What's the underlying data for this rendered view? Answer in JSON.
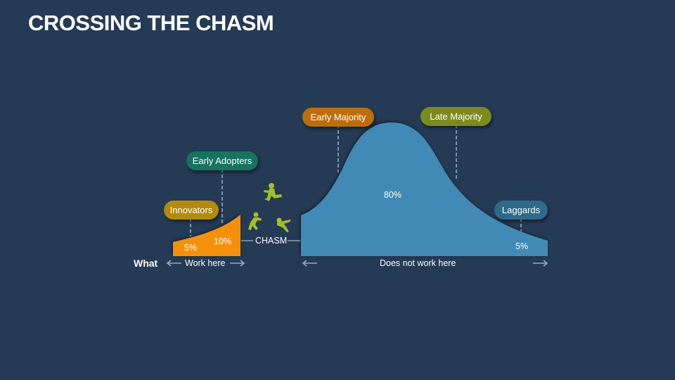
{
  "title": "CROSSING THE CHASM",
  "colors": {
    "background": "#243a55",
    "left_curve": "#f5900a",
    "right_curve": "#418ab5",
    "innovators": "#b38a0e",
    "early_adopters": "#17735f",
    "early_majority": "#bd6e0c",
    "late_majority": "#7d8a1f",
    "laggards": "#2e6a8a",
    "figures": "#a3be2d",
    "dashed_line": "#9aaac0"
  },
  "segments": {
    "innovators": {
      "label": "Innovators",
      "value": "5%"
    },
    "early_adopters": {
      "label": "Early Adopters",
      "value": "10%"
    },
    "early_majority": {
      "label": "Early Majority"
    },
    "late_majority": {
      "label": "Late Majority"
    },
    "laggards": {
      "label": "Laggards",
      "value": "5%"
    },
    "mainstream": {
      "value": "80%"
    }
  },
  "chasm_label": "CHASM",
  "bottom": {
    "what_label": "What",
    "left_range": "Work here",
    "right_range": "Does not work here"
  },
  "icons": [
    "jumping-person-icon",
    "reaching-person-icon",
    "falling-person-icon",
    "arrow-left-icon",
    "arrow-right-icon"
  ]
}
